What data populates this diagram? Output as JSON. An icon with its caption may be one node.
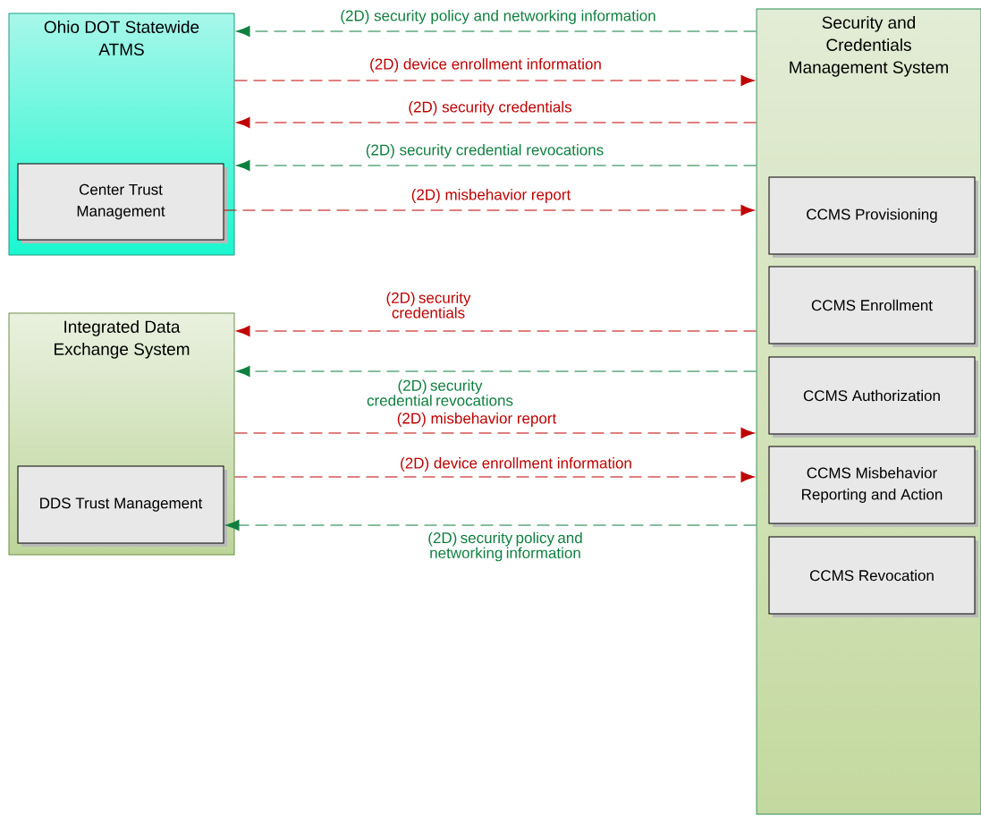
{
  "diagram": {
    "nodes": [
      {
        "text": [
          "Ohio DOT Statewide ATMS"
        ]
      },
      {
        "text": [
          "Center Trust Management"
        ],
        "in": 0
      },
      {
        "text": [
          "Integrated Data Exchange System"
        ]
      },
      {
        "text": [
          "DDS Trust Management"
        ],
        "in": 2
      },
      {
        "text": [
          "Security and Credentials Management System"
        ]
      },
      {
        "text": [
          "CCMS Provisioning"
        ],
        "in": 4
      },
      {
        "text": [
          "CCMS Enrollment"
        ],
        "in": 4
      },
      {
        "text": [
          "CCMS Authorization"
        ],
        "in": 4
      },
      {
        "text": [
          "CCMS Misbehavior Reporting and Action"
        ],
        "in": 4
      },
      {
        "text": [
          "CCMS Revocation"
        ],
        "in": 4
      }
    ],
    "edges": [
      {
        "from": 4,
        "to": 0,
        "arrow": "to",
        "label": "(2D) security policy and networking information",
        "style": "dashed",
        "color": "#0e7f3f"
      },
      {
        "from": 0,
        "to": 4,
        "arrow": "to",
        "label": "(2D) device enrollment information",
        "style": "dashed",
        "color": "#c00000"
      },
      {
        "from": 4,
        "to": 0,
        "arrow": "to",
        "label": "(2D) security credentials",
        "style": "dashed",
        "color": "#c00000"
      },
      {
        "from": 4,
        "to": 0,
        "arrow": "to",
        "label": "(2D) security credential revocations",
        "style": "dashed",
        "color": "#0e7f3f"
      },
      {
        "from": 1,
        "to": 4,
        "arrow": "to",
        "label": "(2D) misbehavior report",
        "style": "dashed",
        "color": "#c00000"
      },
      {
        "from": 4,
        "to": 2,
        "arrow": "to",
        "label": "(2D) security credentials",
        "style": "dashed",
        "color": "#c00000"
      },
      {
        "from": 4,
        "to": 2,
        "arrow": "to",
        "label": "(2D) security credential revocations",
        "style": "dashed",
        "color": "#0e7f3f"
      },
      {
        "from": 2,
        "to": 4,
        "arrow": "to",
        "label": "(2D) misbehavior report",
        "style": "dashed",
        "color": "#c00000"
      },
      {
        "from": 2,
        "to": 4,
        "arrow": "to",
        "label": "(2D) device enrollment information",
        "style": "dashed",
        "color": "#c00000"
      },
      {
        "from": 4,
        "to": 3,
        "arrow": "to",
        "label": "(2D) security policy and networking information",
        "style": "dashed",
        "color": "#0e7f3f"
      }
    ]
  }
}
